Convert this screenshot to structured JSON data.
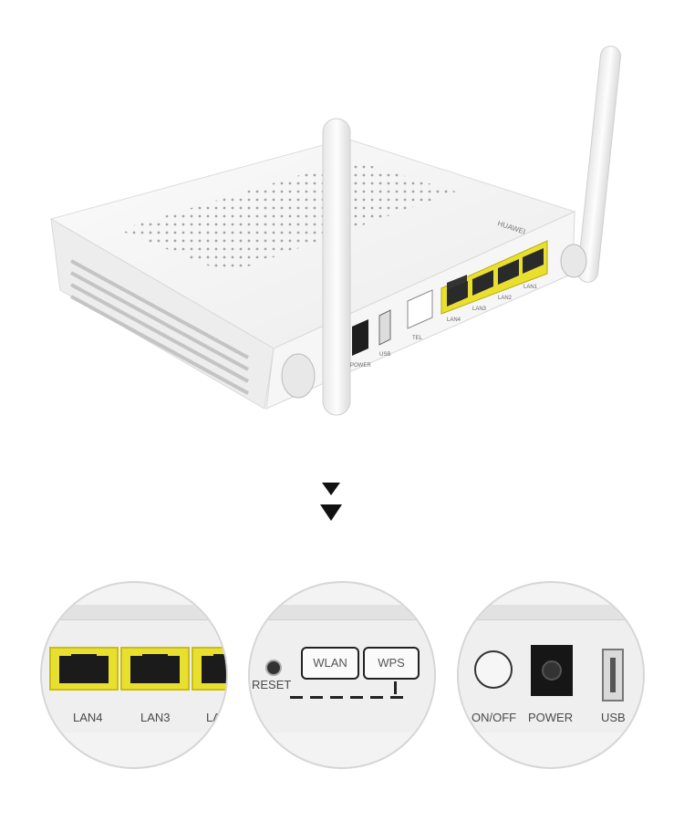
{
  "photo": {
    "brand_mark": "HUAWEI",
    "rear_port_labels": [
      "POWER",
      "USB",
      "TEL",
      "LAN4",
      "LAN3",
      "LAN2",
      "LAN1"
    ]
  },
  "arrow": {
    "icon": "double-down-arrow-icon"
  },
  "callouts": [
    {
      "id": "lan",
      "labels": [
        "LAN4",
        "LAN3",
        "LAN"
      ]
    },
    {
      "id": "buttons",
      "labels": [
        "RESET",
        "WLAN",
        "WPS"
      ]
    },
    {
      "id": "power",
      "labels": [
        "ON/OFF",
        "POWER",
        "USB"
      ]
    }
  ],
  "colors": {
    "lan_port_yellow": "#e9df2f",
    "device_white": "#f4f4f4",
    "background": "#ffffff"
  }
}
